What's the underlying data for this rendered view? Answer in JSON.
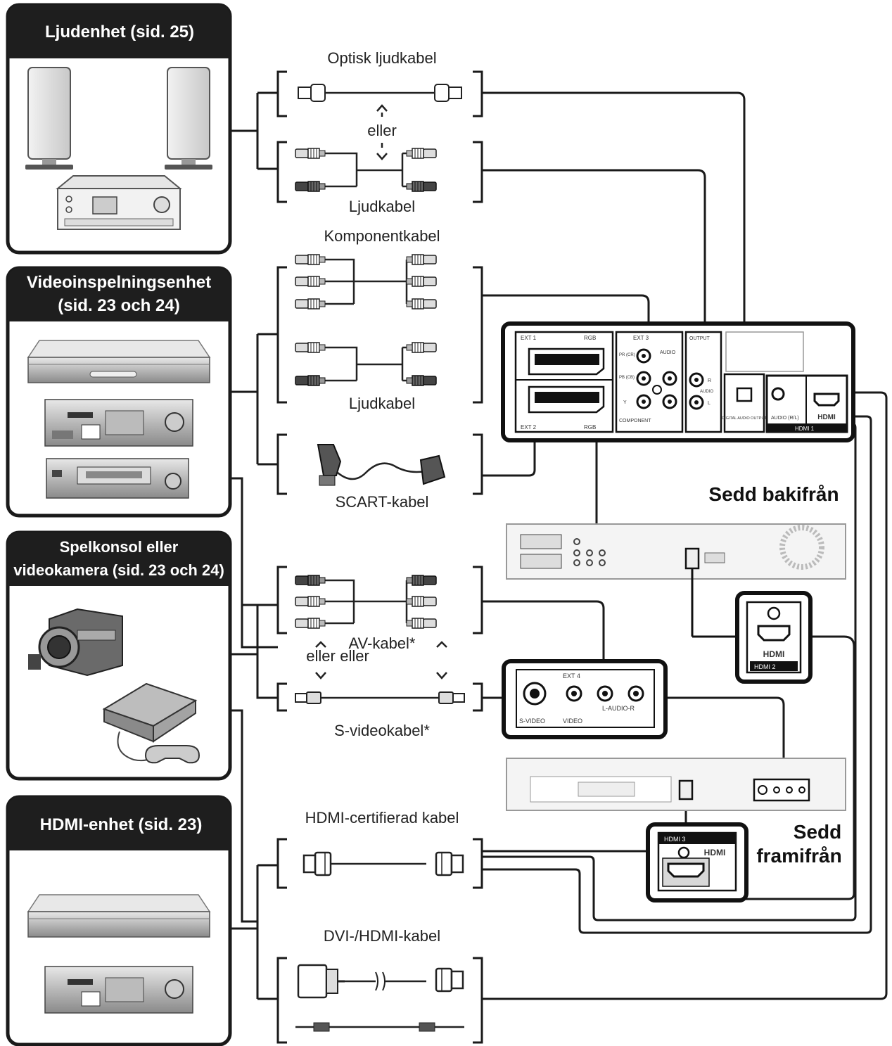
{
  "devices": {
    "audio": {
      "title": "Ljudenhet (sid. 25)"
    },
    "recorder": {
      "title_line1": "Videoinspelningsenhet",
      "title_line2": "(sid. 23 och 24)"
    },
    "console": {
      "title_line1": "Spelkonsol eller",
      "title_line2": "videokamera (sid. 23 och 24)"
    },
    "hdmi": {
      "title": "HDMI-enhet (sid. 23)"
    }
  },
  "cables": {
    "optical": "Optisk ljudkabel",
    "or_1": "eller",
    "audio_1": "Ljudkabel",
    "component": "Komponentkabel",
    "audio_2": "Ljudkabel",
    "scart": "SCART-kabel",
    "av": "AV-kabel*",
    "or_2": "eller",
    "or_3": "eller",
    "svideo": "S-videokabel*",
    "hdmi_cert": "HDMI-certifierad kabel",
    "dvi_hdmi": "DVI-/HDMI-kabel"
  },
  "views": {
    "back": "Sedd bakifrån",
    "front_line1": "Sedd",
    "front_line2": "framifrån"
  },
  "panel_labels": {
    "ext1": "EXT 1",
    "rgb_top": "RGB",
    "ext3": "EXT 3",
    "audio_ext3": "AUDIO",
    "output": "OUTPUT",
    "pr": "PR (CR)",
    "pb": "PB (CB)",
    "y": "Y",
    "component": "COMPONENT",
    "r": "R",
    "l": "L",
    "audio_out": "AUDIO",
    "ext2": "EXT 2",
    "rgb_bottom": "RGB",
    "digital_audio": "DIGITAL AUDIO OUTPUT",
    "audio_rl": "AUDIO (R/L)",
    "hdmi_logo": "HDMI",
    "hdmi1": "HDMI 1",
    "hdmi2": "HDMI 2",
    "hdmi3": "HDMI 3",
    "ext4": "EXT 4",
    "svideo": "S-VIDEO",
    "video": "VIDEO",
    "laudior": "L-AUDIO-R"
  },
  "colors": {
    "ink": "#1a1a1a",
    "header_bg": "#1e1e1e",
    "device_gray": "#8c8c8c",
    "device_light": "#d4d4d4"
  },
  "icons": [
    "optical-plug-icon",
    "rca-plug-icon",
    "scart-plug-icon",
    "svideo-plug-icon",
    "hdmi-plug-icon",
    "dvi-plug-icon",
    "minijack-plug-icon",
    "arrow-up-icon",
    "arrow-down-icon"
  ]
}
